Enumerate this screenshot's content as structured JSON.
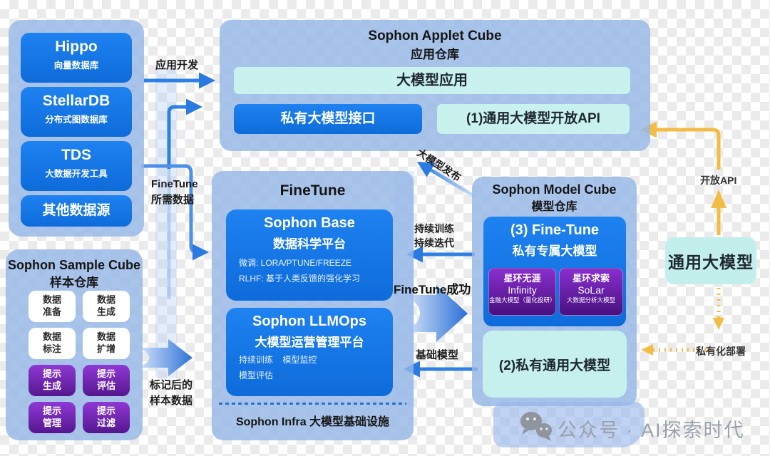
{
  "colors": {
    "primary_blue": "#1577e9",
    "container_blue": "#b3cbeb",
    "cyan": "#c9f2ef",
    "purple_dark": "#54178f",
    "purple_light": "#9038d5",
    "yellow": "#f2bc45",
    "arrow_blue": "#2b7ae2"
  },
  "left_sources": {
    "items": [
      {
        "title": "Hippo",
        "subtitle": "向量数据库"
      },
      {
        "title": "StellarDB",
        "subtitle": "分布式图数据库"
      },
      {
        "title": "TDS",
        "subtitle": "大数据开发工具"
      },
      {
        "title": "其他数据源",
        "subtitle": ""
      }
    ]
  },
  "sample_cube": {
    "title": "Sophon  Sample Cube",
    "subtitle": "样本仓库",
    "white_items": [
      "数据\n准备",
      "数据\n生成",
      "数据\n标注",
      "数据\n扩增"
    ],
    "purple_items": [
      "提示\n生成",
      "提示\n评估",
      "提示\n管理",
      "提示\n过滤"
    ]
  },
  "applet_cube": {
    "title": "Sophon Applet Cube",
    "subtitle": "应用仓库",
    "app_box": "大模型应用",
    "private_interface": "私有大模型接口",
    "open_api_box": "(1)通用大模型开放API"
  },
  "finetune": {
    "title": "FineTune",
    "base": {
      "title": "Sophon Base",
      "subtitle": "数据科学平台",
      "line1": "微调:  LORA/PTUNE/FREEZE",
      "line2": "RLHF: 基于人类反馈的强化学习"
    },
    "llmops": {
      "title": "Sophon LLMOps",
      "subtitle": "大模型运营管理平台",
      "line1": "持续训练    模型监控",
      "line2": "模型评估"
    },
    "infra": "Sophon Infra 大模型基础设施"
  },
  "model_cube": {
    "title": "Sophon Model Cube",
    "subtitle": "模型仓库",
    "finetune_box": {
      "title": "(3) Fine-Tune",
      "subtitle": "私有专属大模型",
      "models": [
        {
          "name": "星环无涯",
          "en": "Infinity",
          "desc": "金融大模型（量化投研）"
        },
        {
          "name": "星环求索",
          "en": "SoLar",
          "desc": "大数据分析大模型"
        }
      ]
    },
    "private_general": "(2)私有通用大模型"
  },
  "general_model": {
    "label": "通用大模型"
  },
  "arrow_labels": {
    "app_dev": "应用开发",
    "finetune_data": "FineTune\n所需数据",
    "labeled_samples": "标记后的\n样本数据",
    "model_publish": "大模型发布",
    "continuous_training": "持续训练\n持续迭代",
    "finetune_success": "FineTune成功",
    "base_model": "基础模型",
    "open_api": "开放API",
    "private_deploy": "私有化部署"
  },
  "watermark": {
    "text": "公众号 · AI探索时代"
  }
}
